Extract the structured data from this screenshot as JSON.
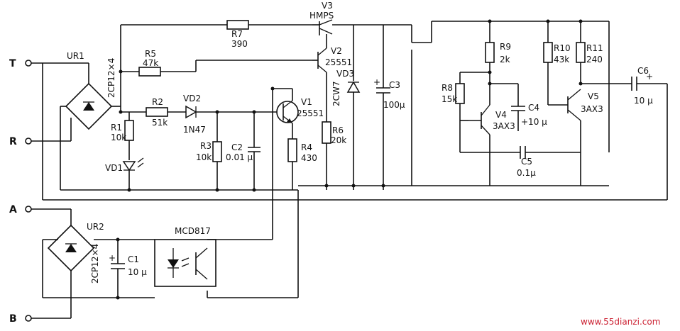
{
  "terminals": {
    "T": "T",
    "R": "R",
    "A": "A",
    "B": "B"
  },
  "components": {
    "ur1": "UR1",
    "ur1_part": "2CP12×4",
    "ur2": "UR2",
    "ur2_part": "2CP12×4",
    "r1": "R1",
    "r1_val": "10k",
    "vd1": "VD1",
    "r5": "R5",
    "r5_val": "47k",
    "r2": "R2",
    "r2_val": "51k",
    "vd2": "VD2",
    "vd2_part": "1N47",
    "r3": "R3",
    "r3_val": "10k",
    "c2": "C2",
    "c2_val": "0.01 μ",
    "r4": "R4",
    "r4_val": "430",
    "v1": "V1",
    "v1_part": "25551",
    "r7": "R7",
    "r7_val": "390",
    "v3": "V3",
    "v3_part": "HMPS",
    "v2": "V2",
    "v2_part": "25551",
    "vd3": "VD3",
    "vd3_part": "2CW7",
    "r6": "R6",
    "r6_val": "20k",
    "c3": "C3",
    "c3_val": "100μ",
    "c1": "C1",
    "c1_val": "10 μ",
    "mcd": "MCD817",
    "r8": "R8",
    "r8_val": "15k",
    "r9": "R9",
    "r9_val": "2k",
    "v4": "V4",
    "v4_part": "3AX3",
    "c4": "C4",
    "c4_val": "+10 μ",
    "c5": "C5",
    "c5_val": "0.1μ",
    "r10": "R10",
    "r10_val": "43k",
    "r11": "R11",
    "r11_val": "240",
    "v5": "V5",
    "v5_part": "3AX3",
    "c6": "C6",
    "c6_val": "10 μ",
    "plus": "+"
  },
  "watermark": "www.55dianzi.com"
}
